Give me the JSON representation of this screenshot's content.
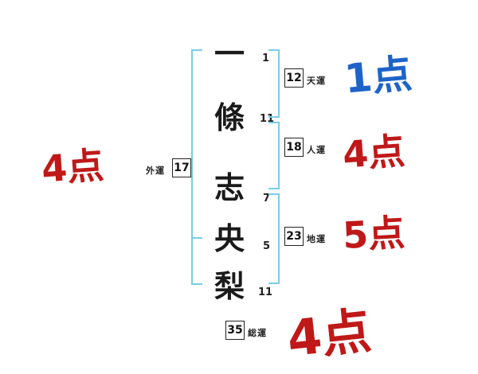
{
  "name": {
    "chars": [
      {
        "glyph": "一",
        "strokes": "1"
      },
      {
        "glyph": "條",
        "strokes": "11"
      },
      {
        "glyph": "志",
        "strokes": "7"
      },
      {
        "glyph": "央",
        "strokes": "5"
      },
      {
        "glyph": "梨",
        "strokes": "11"
      }
    ]
  },
  "fortunes": {
    "ten": {
      "value": "12",
      "label": "天運"
    },
    "jin": {
      "value": "18",
      "label": "人運"
    },
    "chi": {
      "value": "23",
      "label": "地運"
    },
    "gai": {
      "value": "17",
      "label": "外運"
    },
    "sou": {
      "value": "35",
      "label": "総運"
    }
  },
  "scores": {
    "ten": "1点",
    "jin": "4点",
    "chi": "5点",
    "gai": "4点",
    "sou": "4点"
  },
  "colors": {
    "score_red": "#c01818",
    "score_blue": "#1e63c8",
    "bracket_blue": "#79ccea"
  }
}
